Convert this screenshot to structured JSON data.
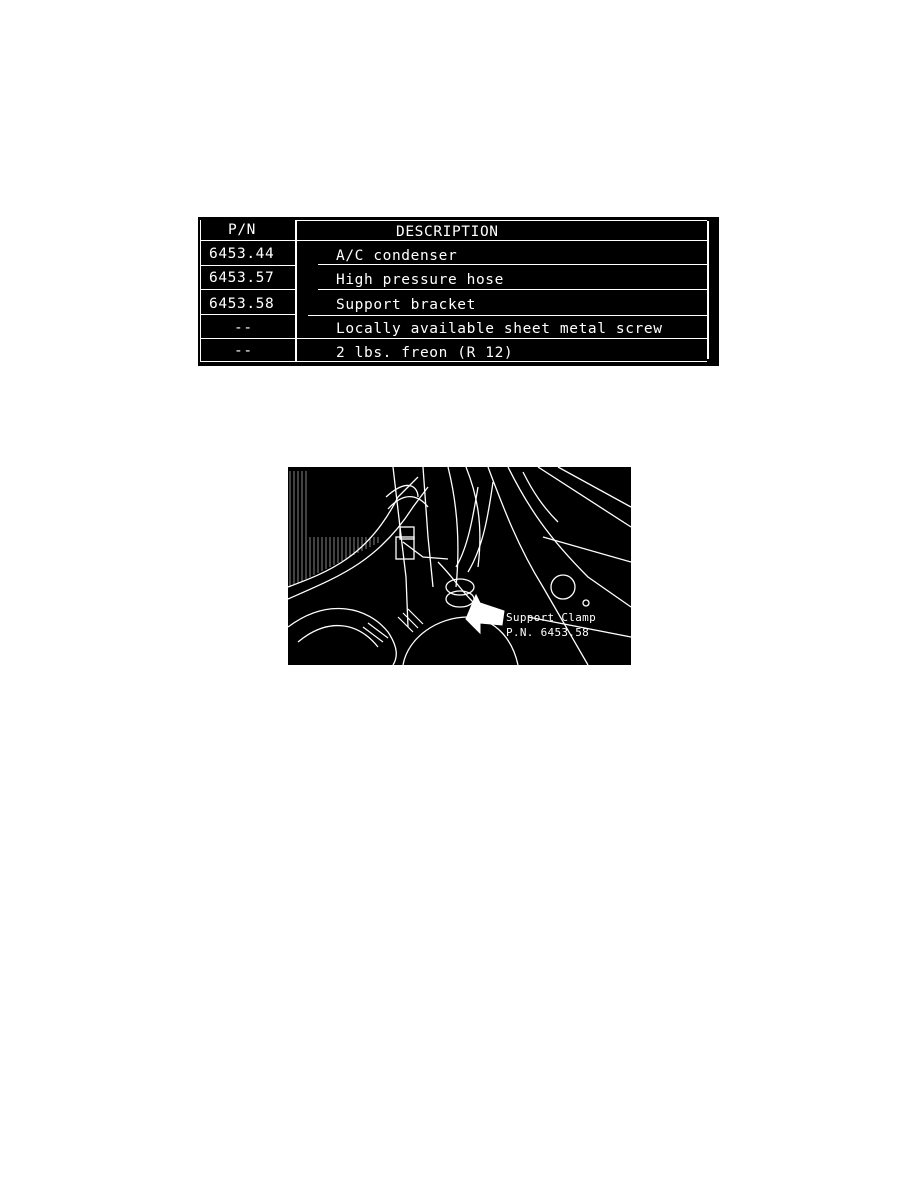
{
  "parts_table": {
    "headers": {
      "part_number": "P/N",
      "description": "DESCRIPTION"
    },
    "rows": [
      {
        "part_number": "6453.44",
        "description": "A/C condenser"
      },
      {
        "part_number": "6453.57",
        "description": "High pressure hose"
      },
      {
        "part_number": "6453.58",
        "description": "Support bracket"
      },
      {
        "part_number": "--",
        "description": "Locally available sheet metal screw"
      },
      {
        "part_number": "--",
        "description": "2 lbs. freon (R 12)"
      }
    ]
  },
  "figure": {
    "callout_line1": "Support Clamp",
    "callout_line2": "P.N. 6453.58"
  }
}
